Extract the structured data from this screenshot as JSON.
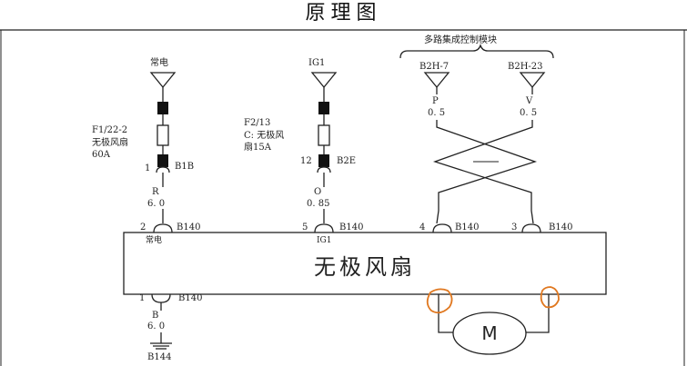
{
  "header": {
    "title": "原理图"
  },
  "module": {
    "name": "无极风扇",
    "pin_labels": {
      "power": "常电",
      "ign": "IG1"
    }
  },
  "multiplex": {
    "label": "多路集成控制模块",
    "left_terminal": "B2H-7",
    "right_terminal": "B2H-23",
    "left_wire_color": "P",
    "left_wire_size": "0. 5",
    "right_wire_color": "V",
    "right_wire_size": "0. 5"
  },
  "power_circuit": {
    "source": "常电",
    "fuse_id": "F1/22-2",
    "fuse_desc": "无极风扇",
    "fuse_rating": "60A",
    "conn_pin": "1",
    "conn_id": "B1B",
    "wire_color": "R",
    "wire_size": "6. 0",
    "module_pin": "2",
    "module_conn": "B140"
  },
  "ign_circuit": {
    "source": "IG1",
    "fuse_id": "F2/13",
    "fuse_desc_1": "C: 无极风",
    "fuse_desc_2": "扇15A",
    "conn_pin": "12",
    "conn_id": "B2E",
    "wire_color": "O",
    "wire_size": "0. 85",
    "module_pin": "5",
    "module_conn": "B140"
  },
  "signal_pins": {
    "left_pin": "4",
    "left_conn": "B140",
    "right_pin": "3",
    "right_conn": "B140"
  },
  "ground_circuit": {
    "module_pin": "1",
    "module_conn": "B140",
    "wire_color": "B",
    "wire_size": "6. 0",
    "ground_id": "B144"
  },
  "motor": {
    "label": "M"
  }
}
